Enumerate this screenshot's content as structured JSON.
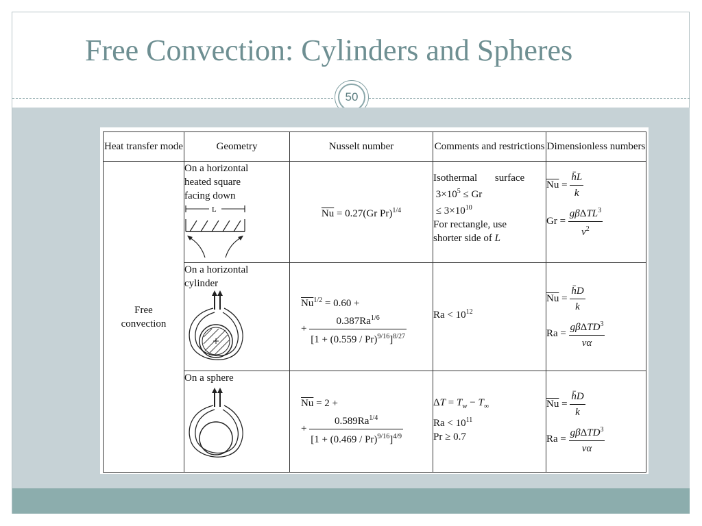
{
  "slide": {
    "title": "Free Convection: Cylinders and Spheres",
    "page_number": "50"
  },
  "table": {
    "headers": [
      "Heat transfer mode",
      "Geometry",
      "Nusselt number",
      "Comments and restrictions",
      "Dimensionless numbers"
    ],
    "mode": "Free convection",
    "rows": [
      {
        "geometry": "On a horizontal heated square facing down",
        "geometry_dim_label": "L",
        "nusselt": "Nu = 0.27(Gr Pr)^(1/4)",
        "comments": [
          "Isothermal surface",
          "3×10^5 ≤ Gr",
          "≤ 3×10^10",
          "For rectangle, use",
          "shorter side of L"
        ],
        "dimensionless": [
          "Nu = hL/k",
          "Gr = gβΔTL^3/ν^2"
        ]
      },
      {
        "geometry": "On a horizontal cylinder",
        "nusselt": "Nu^(1/2) = 0.60 + 0.387Ra^(1/6)/[1+(0.559/Pr)^(9/16)]^(8/27)",
        "comments": [
          "Ra < 10^12"
        ],
        "dimensionless": [
          "Nu = hD/k",
          "Ra = gβΔTD^3/να"
        ]
      },
      {
        "geometry": "On a sphere",
        "nusselt": "Nu = 2 + 0.589Ra^(1/4)/[1+(0.469/Pr)^(9/16)]^(4/9)",
        "comments": [
          "ΔT = Tw − T∞",
          "Ra < 10^11",
          "Pr ≥ 0.7"
        ],
        "dimensionless": [
          "Nu = hD/k",
          "Ra = gβΔTD^3/να"
        ]
      }
    ]
  },
  "colors": {
    "title": "#6e8f92",
    "content_band": "#c6d2d6",
    "footer_band": "#8cadad"
  }
}
